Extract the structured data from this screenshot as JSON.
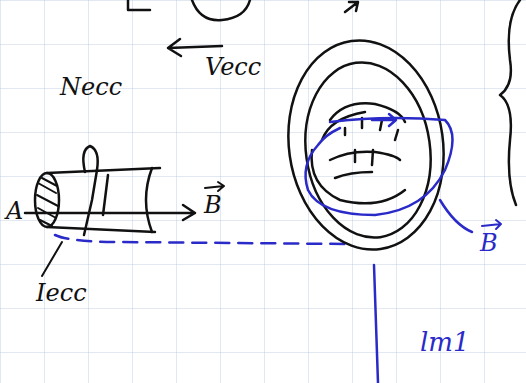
{
  "diagram": {
    "labels": [
      "Vecc",
      "Necc",
      "A",
      "B",
      "Iecc",
      "B",
      "lm1"
    ]
  }
}
